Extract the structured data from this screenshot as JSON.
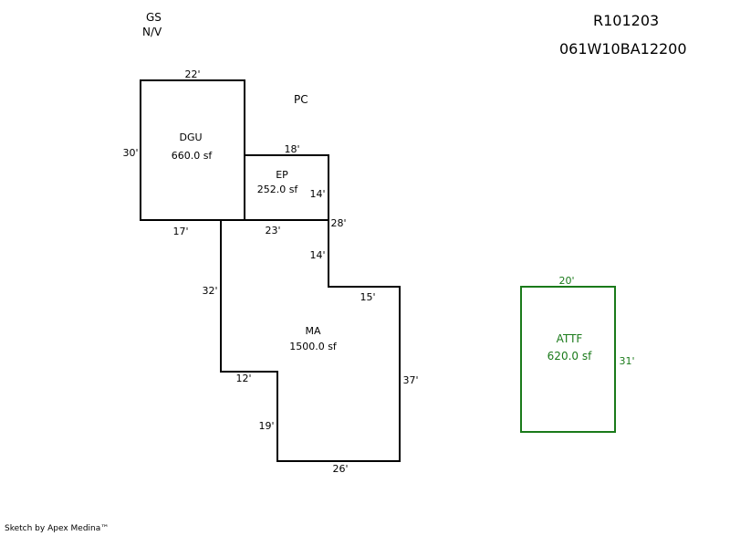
{
  "header": {
    "record_id": "R101203",
    "parcel_id": "061W10BA12200",
    "gs": "GS",
    "nv": "N/V",
    "pc": "PC"
  },
  "areas": {
    "dgu": {
      "name": "DGU",
      "area": "660.0 sf"
    },
    "ep": {
      "name": "EP",
      "area": "252.0 sf"
    },
    "ma": {
      "name": "MA",
      "area": "1500.0 sf"
    },
    "attf": {
      "name": "ATTF",
      "area": "620.0 sf"
    }
  },
  "dims": {
    "dgu_top": "22'",
    "dgu_left": "30'",
    "dgu_bottom": "17'",
    "ep_top": "18'",
    "ep_right": "14'",
    "ep_bottom": "23'",
    "ma_28": "28'",
    "ma_14": "14'",
    "ma_32": "32'",
    "ma_15": "15'",
    "ma_37": "37'",
    "ma_12": "12'",
    "ma_19": "19'",
    "ma_26": "26'",
    "attf_top": "20'",
    "attf_right": "31'"
  },
  "footer": {
    "credit": "Sketch by Apex Medina™"
  },
  "colors": {
    "line": "#000000",
    "attf": "#1a7a1a"
  }
}
